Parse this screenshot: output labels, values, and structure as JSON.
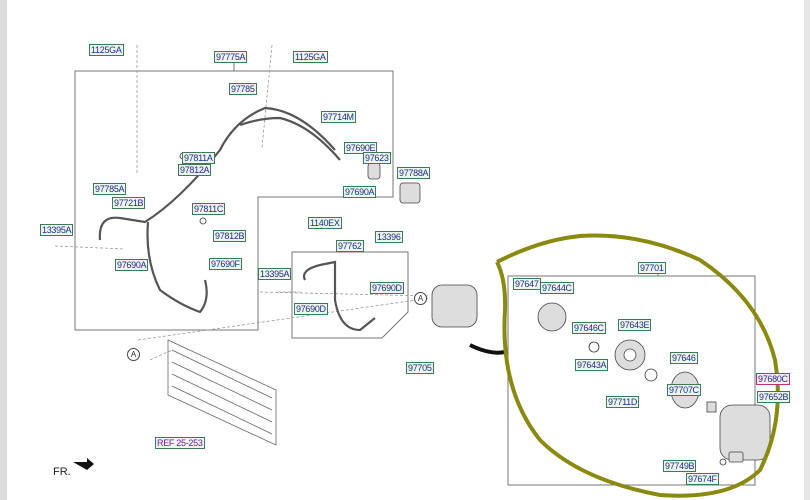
{
  "labels": {
    "l1125ga_a": "1125GA",
    "l97775a": "97775A",
    "l1125ga_b": "1125GA",
    "l97785": "97785",
    "l97714m": "97714M",
    "l97690e": "97690E",
    "l97623": "97623",
    "l97811a": "97811A",
    "l97812a": "97812A",
    "l97788a": "97788A",
    "l97785a": "97785A",
    "l97721b": "97721B",
    "l97690a_a": "97690A",
    "l97811c": "97811C",
    "l1140ex": "1140EX",
    "l97812b": "97812B",
    "l13396": "13396",
    "l13395a_a": "13395A",
    "l97762": "97762",
    "l97690a_b": "97690A",
    "l97690f": "97690F",
    "l13395a_b": "13395A",
    "l97701": "97701",
    "l97647": "97647",
    "l97644c": "97644C",
    "l97690d_a": "97690D",
    "l97690d_b": "97690D",
    "l97646c": "97646C",
    "l97643e": "97643E",
    "l97643a": "97643A",
    "l97646": "97646",
    "l97680c": "97680C",
    "l97707c": "97707C",
    "l97652b": "97652B",
    "l97711d": "97711D",
    "l97705": "97705",
    "ref": "REF 25-253",
    "l97749b": "97749B",
    "l97674f": "97674F"
  },
  "markers": {
    "a1": "A",
    "a2": "A"
  },
  "front_indicator": "FR.",
  "colors": {
    "label_border": "#3c7a5a",
    "label_text": "#1d2f8a",
    "highlight": "#8a8a10",
    "ref_text": "#6a1f9a"
  }
}
